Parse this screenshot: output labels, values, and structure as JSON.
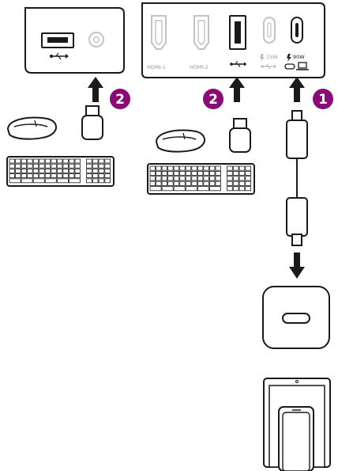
{
  "ports": {
    "hdmi1_label": "HDMI-1",
    "hdmi2_label": "HDMI-2",
    "usbc_15w_label": "15W",
    "usbc_90w_label": "90W"
  },
  "badges": {
    "left": "2",
    "middle": "2",
    "right": "1"
  },
  "colors": {
    "line": "#1a1a1a",
    "badge": "#8a0b75",
    "muted": "#b8b8b8"
  }
}
